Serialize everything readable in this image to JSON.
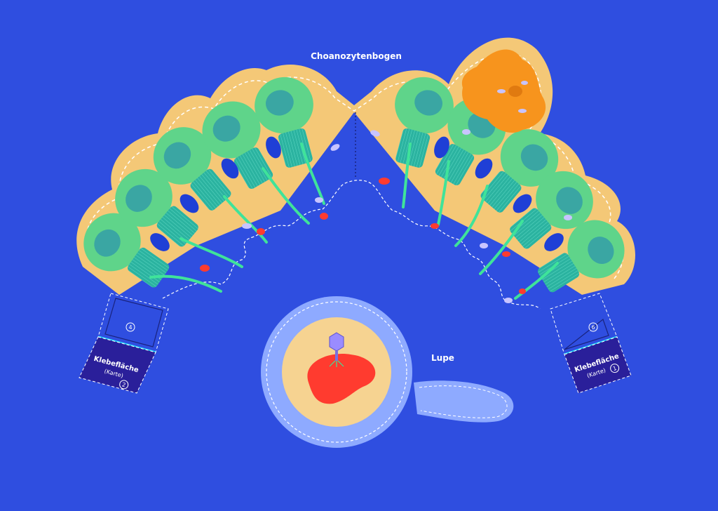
{
  "title": "Choanozytenbogen",
  "magnifier_label": "Lupe",
  "tabs": {
    "left": {
      "glue_label": "Klebefläche",
      "glue_sub": "(Karte)",
      "glue_number": "2",
      "box_number": "4"
    },
    "right": {
      "glue_label": "Klebefläche",
      "glue_sub": "(Karte)",
      "glue_number": "1",
      "box_number": "6"
    }
  },
  "colors": {
    "background": "#2f4ee0",
    "arch_outline": "#f4c877",
    "cell_body": "#5fd48a",
    "nucleus": "#3aa6a3",
    "collar": "#2bb3a0",
    "flagellum": "#3fe39a",
    "amoebocyte": "#f7941d",
    "bacterium": "#ff3b2f",
    "food_particle": "#c8c4ff",
    "magnifier": "#8eaaff",
    "magnifier_lens": "#f6d391",
    "glue_tab": "#2a1f9a"
  }
}
